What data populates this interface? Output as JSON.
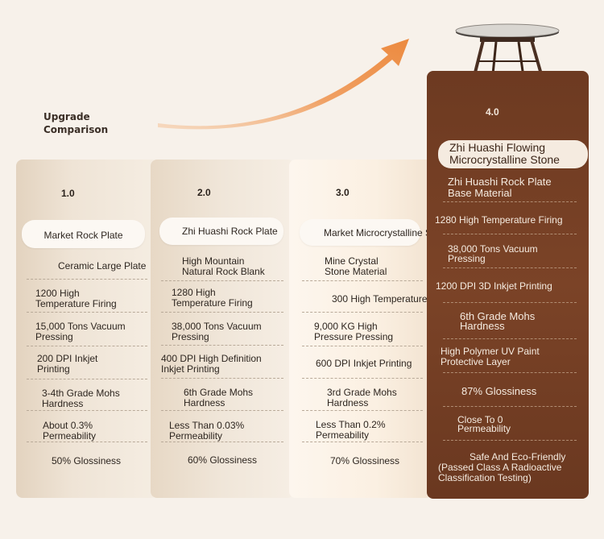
{
  "heading": {
    "line1": "Upgrade",
    "line2": "Comparison"
  },
  "columns": [
    {
      "version": "1.0",
      "name": "Market Rock Plate",
      "rows": [
        {
          "l1": "Ceramic Large Plate",
          "l2": ""
        },
        {
          "l1": "1200 High",
          "l2": "Temperature Firing"
        },
        {
          "l1": "15,000 Tons Vacuum",
          "l2": "Pressing"
        },
        {
          "l1": "200 DPI Inkjet",
          "l2": "Printing"
        },
        {
          "l1": "3-4th Grade Mohs",
          "l2": "Hardness"
        },
        {
          "l1": "About 0.3%",
          "l2": "Permeability"
        },
        {
          "l1": "50% Glossiness",
          "l2": ""
        }
      ]
    },
    {
      "version": "2.0",
      "name": "Zhi Huashi Rock Plate",
      "rows": [
        {
          "l1": "High Mountain",
          "l2": "Natural Rock Blank"
        },
        {
          "l1": "1280 High",
          "l2": "Temperature Firing"
        },
        {
          "l1": "38,000 Tons Vacuum",
          "l2": "Pressing"
        },
        {
          "l1": "400 DPI High Definition",
          "l2": "Inkjet Printing"
        },
        {
          "l1": "6th Grade Mohs",
          "l2": "Hardness"
        },
        {
          "l1": "Less Than 0.03%",
          "l2": "Permeability"
        },
        {
          "l1": "60% Glossiness",
          "l2": ""
        }
      ]
    },
    {
      "version": "3.0",
      "name": "Market Microcrystalline Stone",
      "rows": [
        {
          "l1": "Mine Crystal",
          "l2": "Stone Material"
        },
        {
          "l1": "300 High Temperature",
          "l2": ""
        },
        {
          "l1": "9,000 KG High",
          "l2": "Pressure Pressing"
        },
        {
          "l1": "600 DPI Inkjet Printing",
          "l2": ""
        },
        {
          "l1": "3rd Grade Mohs",
          "l2": "Hardness"
        },
        {
          "l1": "Less Than 0.2%",
          "l2": "Permeability"
        },
        {
          "l1": "70% Glossiness",
          "l2": ""
        }
      ]
    },
    {
      "version": "4.0",
      "name_l1": "Zhi Huashi Flowing",
      "name_l2": "Microcrystalline Stone",
      "rows": [
        {
          "l1": "Zhi Huashi Rock Plate",
          "l2": "Base Material"
        },
        {
          "l1": "1280 High Temperature Firing",
          "l2": ""
        },
        {
          "l1": "38,000 Tons Vacuum",
          "l2": "Pressing"
        },
        {
          "l1": "1200 DPI 3D Inkjet Printing",
          "l2": ""
        },
        {
          "l1": "6th Grade Mohs",
          "l2": "Hardness"
        },
        {
          "l1": "High Polymer UV Paint",
          "l2": "Protective Layer"
        },
        {
          "l1": "87% Glossiness",
          "l2": ""
        },
        {
          "l1": "Close To 0",
          "l2": "Permeability"
        },
        {
          "l1": "Safe And Eco-Friendly",
          "l2": "(Passed Class A Radioactive",
          "l3": "Classification Testing)"
        }
      ]
    }
  ],
  "colors": {
    "arrow": "#ec8a3f",
    "premium_panel": "#74401f",
    "background": "#f7f1ea"
  }
}
